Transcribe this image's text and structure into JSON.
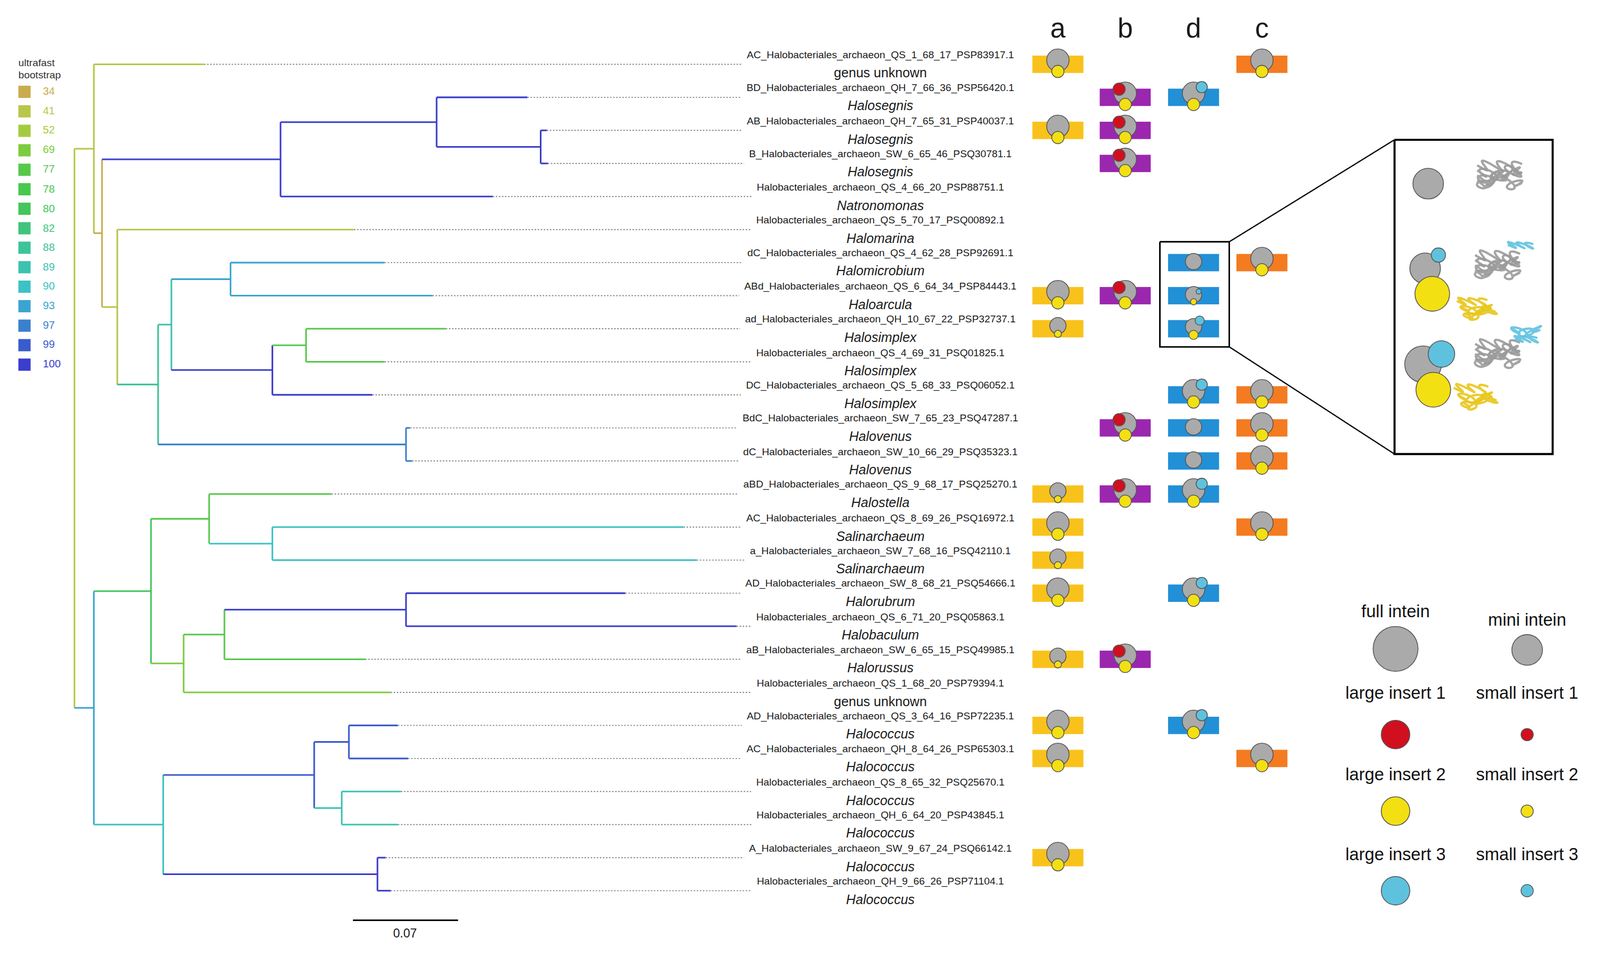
{
  "diagram": {
    "labels": [
      "a",
      "b",
      "d",
      "c",
      "ultrafast bootstrap",
      "AC_Halobacteriales_archaeon_QS_1_68_17_PSP83917.1",
      "genus unknown",
      "BD_Halobacteriales_archaeon_QH_7_66_36_PSP56420.1",
      "Halosegnis",
      "AB_Halobacteriales_archaeon_QH_7_65_31_PSP40037.1",
      "Halosegnis",
      "B_Halobacteriales_archaeon_SW_6_65_46_PSQ30781.1",
      "Halosegnis",
      "Halobacteriales_archaeon_QS_4_66_20_PSP88751.1",
      "Natronomonas",
      "Halobacteriales_archaeon_QS_5_70_17_PSQ00892.1",
      "Halomarina",
      "dC_Halobacteriales_archaeon_QS_4_62_28_PSP92691.1",
      "Halomicrobium",
      "ABd_Halobacteriales_archaeon_QS_6_64_34_PSP84443.1",
      "Haloarcula",
      "ad_Halobacteriales_archaeon_QH_10_67_22_PSP32737.1",
      "Halosimplex",
      "Halobacteriales_archaeon_QS_4_69_31_PSQ01825.1",
      "Halosimplex",
      "DC_Halobacteriales_archaeon_QS_5_68_33_PSQ06052.1",
      "Halosimplex",
      "BdC_Halobacteriales_archaeon_SW_7_65_23_PSQ47287.1",
      "Halovenus",
      "dC_Halobacteriales_archaeon_SW_10_66_29_PSQ35323.1",
      "Halovenus",
      "aBD_Halobacteriales_archaeon_QS_9_68_17_PSQ25270.1",
      "Halostella",
      "AC_Halobacteriales_archaeon_QS_8_69_26_PSQ16972.1",
      "Salinarchaeum",
      "a_Halobacteriales_archaeon_SW_7_68_16_PSQ42110.1",
      "Salinarchaeum",
      "AD_Halobacteriales_archaeon_SW_8_68_21_PSQ54666.1",
      "Halorubrum",
      "Halobacteriales_archaeon_QS_6_71_20_PSQ05863.1",
      "Halobaculum",
      "aB_Halobacteriales_archaeon_SW_6_65_15_PSQ49985.1",
      "Halorussus",
      "Halobacteriales_archaeon_QS_1_68_20_PSP79394.1",
      "genus unknown",
      "AD_Halobacteriales_archaeon_QS_3_64_16_PSP72235.1",
      "Halococcus",
      "AC_Halobacteriales_archaeon_QH_8_64_26_PSP65303.1",
      "Halococcus",
      "Halobacteriales_archaeon_QS_8_65_32_PSQ25670.1",
      "Halococcus",
      "Halobacteriales_archaeon_QH_6_64_20_PSP43845.1",
      "Halococcus",
      "A_Halobacteriales_archaeon_SW_9_67_24_PSQ66142.1",
      "Halococcus",
      "Halobacteriales_archaeon_QH_9_66_26_PSP71104.1",
      "Halococcus",
      "0.07"
    ],
    "legend": [
      {
        "text": "34",
        "color": "#c9ad4c"
      },
      {
        "text": "41",
        "color": "#b8c64a"
      },
      {
        "text": "52",
        "color": "#a4cb40"
      },
      {
        "text": "69",
        "color": "#7dcb3f"
      },
      {
        "text": "77",
        "color": "#56c84a"
      },
      {
        "text": "78",
        "color": "#48c84f"
      },
      {
        "text": "80",
        "color": "#43c65c"
      },
      {
        "text": "82",
        "color": "#40c47c"
      },
      {
        "text": "88",
        "color": "#3ec39a"
      },
      {
        "text": "89",
        "color": "#3dc2b0"
      },
      {
        "text": "90",
        "color": "#3cc2c4"
      },
      {
        "text": "93",
        "color": "#3aa5d0"
      },
      {
        "text": "97",
        "color": "#3a80ce"
      },
      {
        "text": "99",
        "color": "#3a5bcc"
      },
      {
        "text": "100",
        "color": "#3b3dcc"
      },
      {
        "text": "full intein"
      },
      {
        "text": "mini intein"
      },
      {
        "text": "large insert 1",
        "color": "#d0101e"
      },
      {
        "text": "small insert 1",
        "color": "#d0101e"
      },
      {
        "text": "large insert 2",
        "color": "#f3e012"
      },
      {
        "text": "small insert 2",
        "color": "#f3e012"
      },
      {
        "text": "large insert 3",
        "color": "#5ec2de"
      },
      {
        "text": "small insert 3",
        "color": "#5ec2de"
      }
    ]
  }
}
